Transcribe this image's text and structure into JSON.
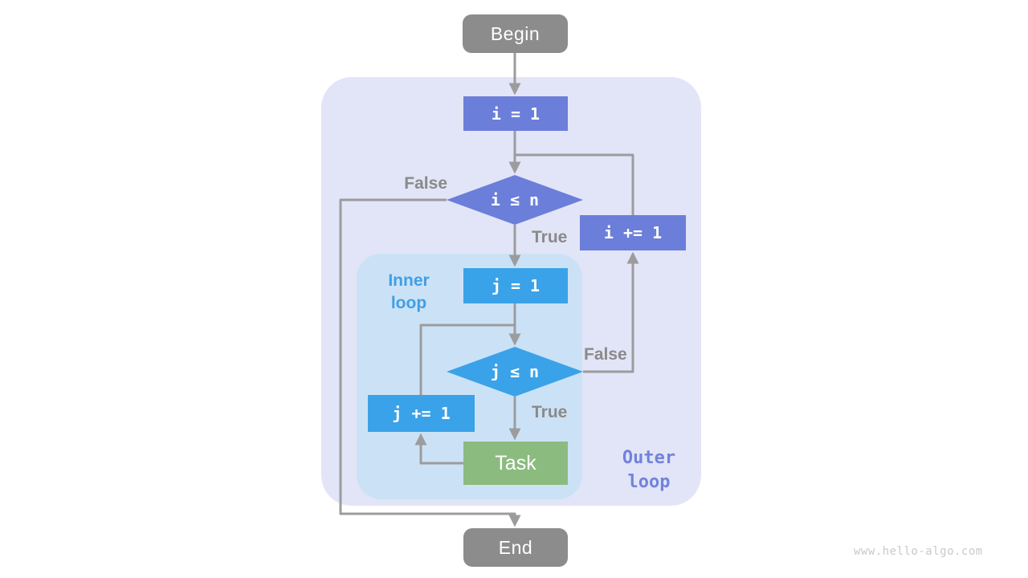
{
  "diagram": {
    "title_semantic": "nested-loop-flowchart",
    "nodes": {
      "begin": "Begin",
      "i_init": "i = 1",
      "i_cond": "i ≤ n",
      "i_incr": "i += 1",
      "j_init": "j = 1",
      "j_cond": "j ≤ n",
      "j_incr": "j += 1",
      "task": "Task",
      "end": "End"
    },
    "branch_labels": {
      "outer_false": "False",
      "outer_true": "True",
      "inner_false": "False",
      "inner_true": "True"
    },
    "region_labels": {
      "inner_loop": "Inner\nloop",
      "outer_loop": "Outer\nloop"
    },
    "watermark": "www.hello-algo.com",
    "colors": {
      "terminal_gray": "#8c8c8c",
      "outer_node_purple": "#6b7ed9",
      "inner_node_blue": "#3aa2e8",
      "task_green": "#8cbb80",
      "outer_panel_bg": "#e2e5f7",
      "inner_panel_bg": "#cbe2f6",
      "arrow_gray": "#9c9c9e",
      "branch_label_gray": "#8a8a8a",
      "inner_label_blue": "#3f9fe6",
      "outer_label_purple": "#7282dc",
      "watermark_gray": "#c9c9c9",
      "node_text": "#ffffff",
      "page_bg": "#ffffff"
    }
  }
}
